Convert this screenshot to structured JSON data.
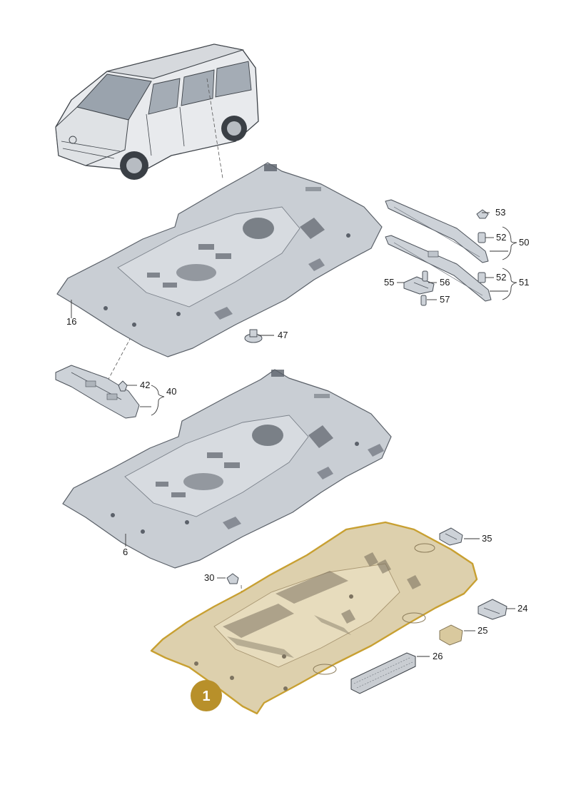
{
  "badge": {
    "label": "1",
    "color": "#b8902a"
  },
  "colors": {
    "highlight_outline": "#c8a032",
    "highlight_fill": "#ddd0ad",
    "part_fill": "#c9ced4"
  },
  "callouts": [
    {
      "id": "c16",
      "label": "16"
    },
    {
      "id": "c47",
      "label": "47"
    },
    {
      "id": "c53",
      "label": "53"
    },
    {
      "id": "c52a",
      "label": "52"
    },
    {
      "id": "c50",
      "label": "50"
    },
    {
      "id": "c52b",
      "label": "52"
    },
    {
      "id": "c51",
      "label": "51"
    },
    {
      "id": "c55",
      "label": "55"
    },
    {
      "id": "c56",
      "label": "56"
    },
    {
      "id": "c57",
      "label": "57"
    },
    {
      "id": "c42",
      "label": "42"
    },
    {
      "id": "c40",
      "label": "40"
    },
    {
      "id": "c6",
      "label": "6"
    },
    {
      "id": "c35",
      "label": "35"
    },
    {
      "id": "c30",
      "label": "30"
    },
    {
      "id": "c24",
      "label": "24"
    },
    {
      "id": "c25",
      "label": "25"
    },
    {
      "id": "c26",
      "label": "26"
    }
  ],
  "icons": [
    "van-illustration",
    "headliner-panel",
    "roof-rail",
    "clip",
    "sun-visor-holder",
    "fleece-pad"
  ]
}
